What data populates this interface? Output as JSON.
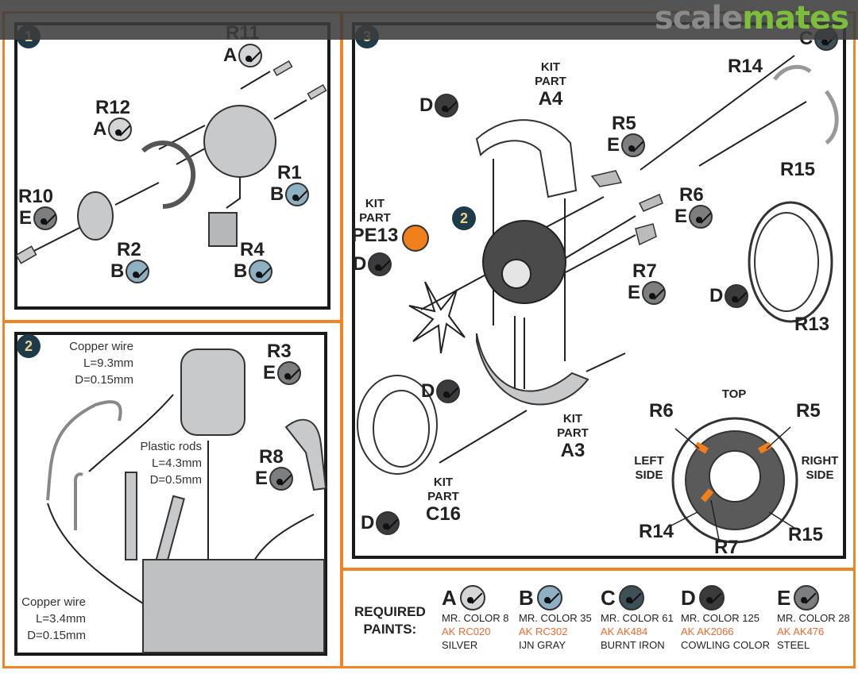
{
  "watermark": {
    "logo_part1": "scale",
    "logo_part2": "mates"
  },
  "colors": {
    "frame": "#ef8527",
    "badge": "#1d3b4a",
    "ak_code": "#ef6a2e",
    "highlight": "#f07f1c"
  },
  "paints": {
    "A": {
      "letter": "A",
      "color": "#d3d5d7",
      "mr_color": "MR. COLOR 8",
      "ak": "AK RC020",
      "name": "SILVER"
    },
    "B": {
      "letter": "B",
      "color": "#8fb0c2",
      "mr_color": "MR. COLOR 35",
      "ak": "AK RC302",
      "name": "IJN GRAY"
    },
    "C": {
      "letter": "C",
      "color": "#3d5158",
      "mr_color": "MR. COLOR 61",
      "ak": "AK AK484",
      "name": "BURNT IRON"
    },
    "D": {
      "letter": "D",
      "color": "#3b3b3d",
      "mr_color": "MR. COLOR 125",
      "ak": "AK AK2066",
      "name": "COWLING COLOR"
    },
    "E": {
      "letter": "E",
      "color": "#7d7e80",
      "mr_color": "MR. COLOR 28",
      "ak": "AK AK476",
      "name": "STEEL"
    }
  },
  "required_paints": {
    "title_line1": "REQUIRED",
    "title_line2": "PAINTS:"
  },
  "step1": {
    "badge": "1",
    "parts": [
      {
        "id": "R11",
        "paint": "A"
      },
      {
        "id": "R12",
        "paint": "A"
      },
      {
        "id": "R10",
        "paint": "E"
      },
      {
        "id": "R1",
        "paint": "B"
      },
      {
        "id": "R2",
        "paint": "B"
      },
      {
        "id": "R4",
        "paint": "B"
      }
    ]
  },
  "step2": {
    "badge": "2",
    "notes": {
      "wire_long": [
        "Copper wire",
        "L=9.3mm",
        "D=0.15mm"
      ],
      "rods": [
        "Plastic rods",
        "L=4.3mm",
        "D=0.5mm"
      ],
      "wire_short": [
        "Copper wire",
        "L=3.4mm",
        "D=0.15mm"
      ]
    },
    "parts": [
      {
        "id": "R3",
        "paint": "E"
      },
      {
        "id": "R8",
        "paint": "E"
      }
    ]
  },
  "step3": {
    "badge": "3",
    "sub_badge": "2",
    "kit_label_1": "KIT",
    "kit_label_2": "PART",
    "kit_parts": [
      "A4",
      "PE13",
      "A3",
      "C16"
    ],
    "parts": [
      {
        "id": "R14"
      },
      {
        "id": "R15"
      },
      {
        "id": "R5",
        "paint": "E"
      },
      {
        "id": "R6",
        "paint": "E"
      },
      {
        "id": "R7",
        "paint": "E"
      },
      {
        "id": "R13"
      }
    ],
    "paint_refs": [
      "D",
      "D",
      "D",
      "D",
      "D",
      "C"
    ],
    "diagram": {
      "top": "TOP",
      "left": [
        "LEFT",
        "SIDE"
      ],
      "right": [
        "RIGHT",
        "SIDE"
      ],
      "labels": [
        "R6",
        "R5",
        "R14",
        "R7",
        "R15"
      ]
    }
  }
}
